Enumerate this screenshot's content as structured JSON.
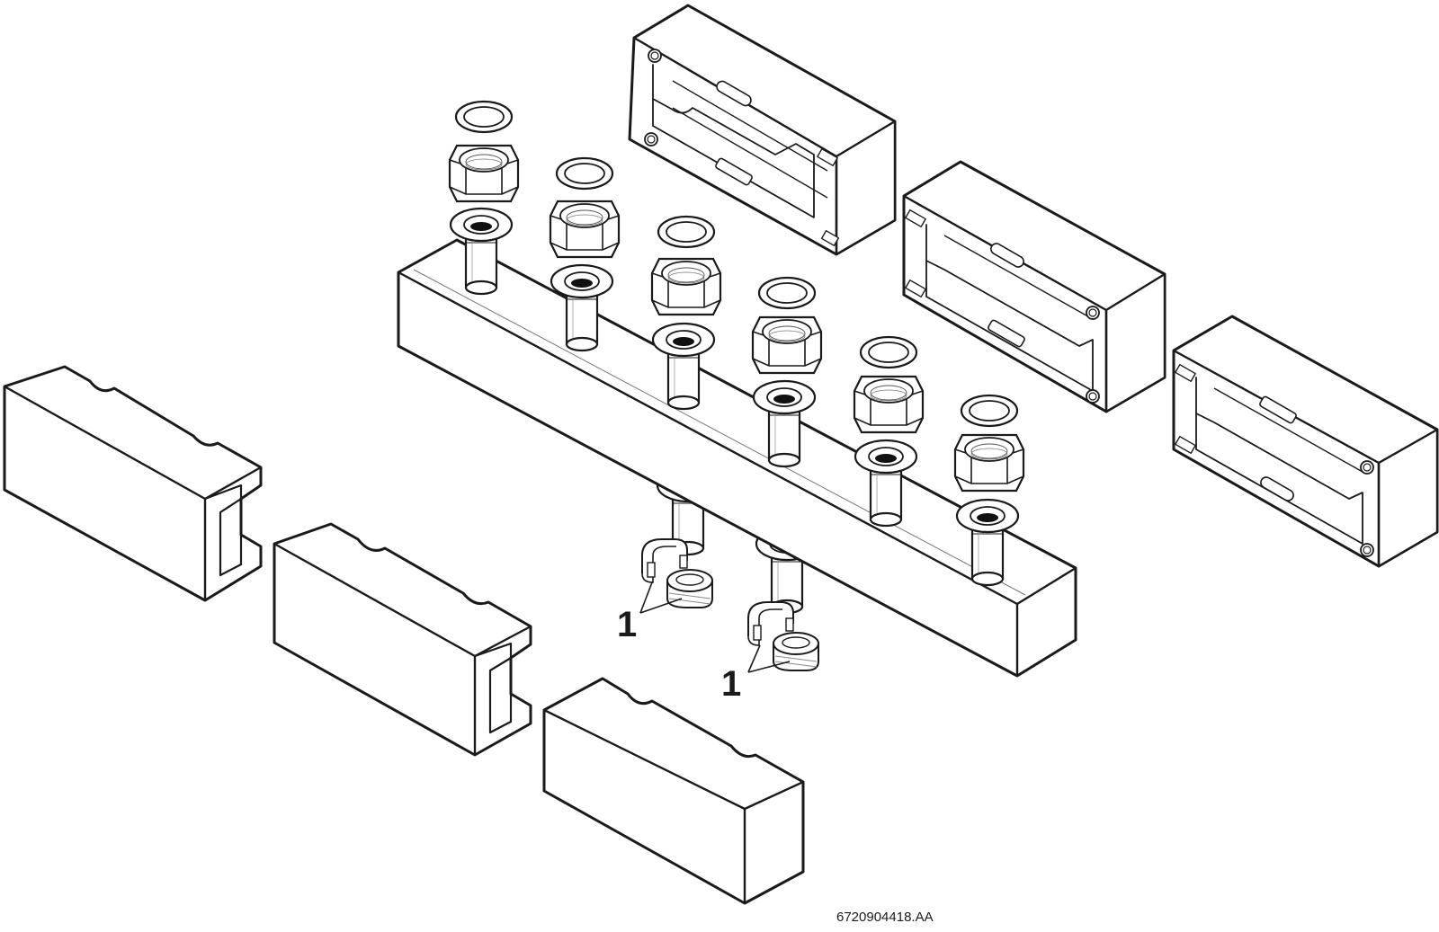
{
  "diagram": {
    "callouts": [
      {
        "label": "1"
      },
      {
        "label": "1"
      }
    ],
    "figure_id": "6720904418.AA",
    "colors": {
      "line": "#1a1a1a",
      "fill": "#ffffff",
      "hole": "#111111"
    }
  }
}
